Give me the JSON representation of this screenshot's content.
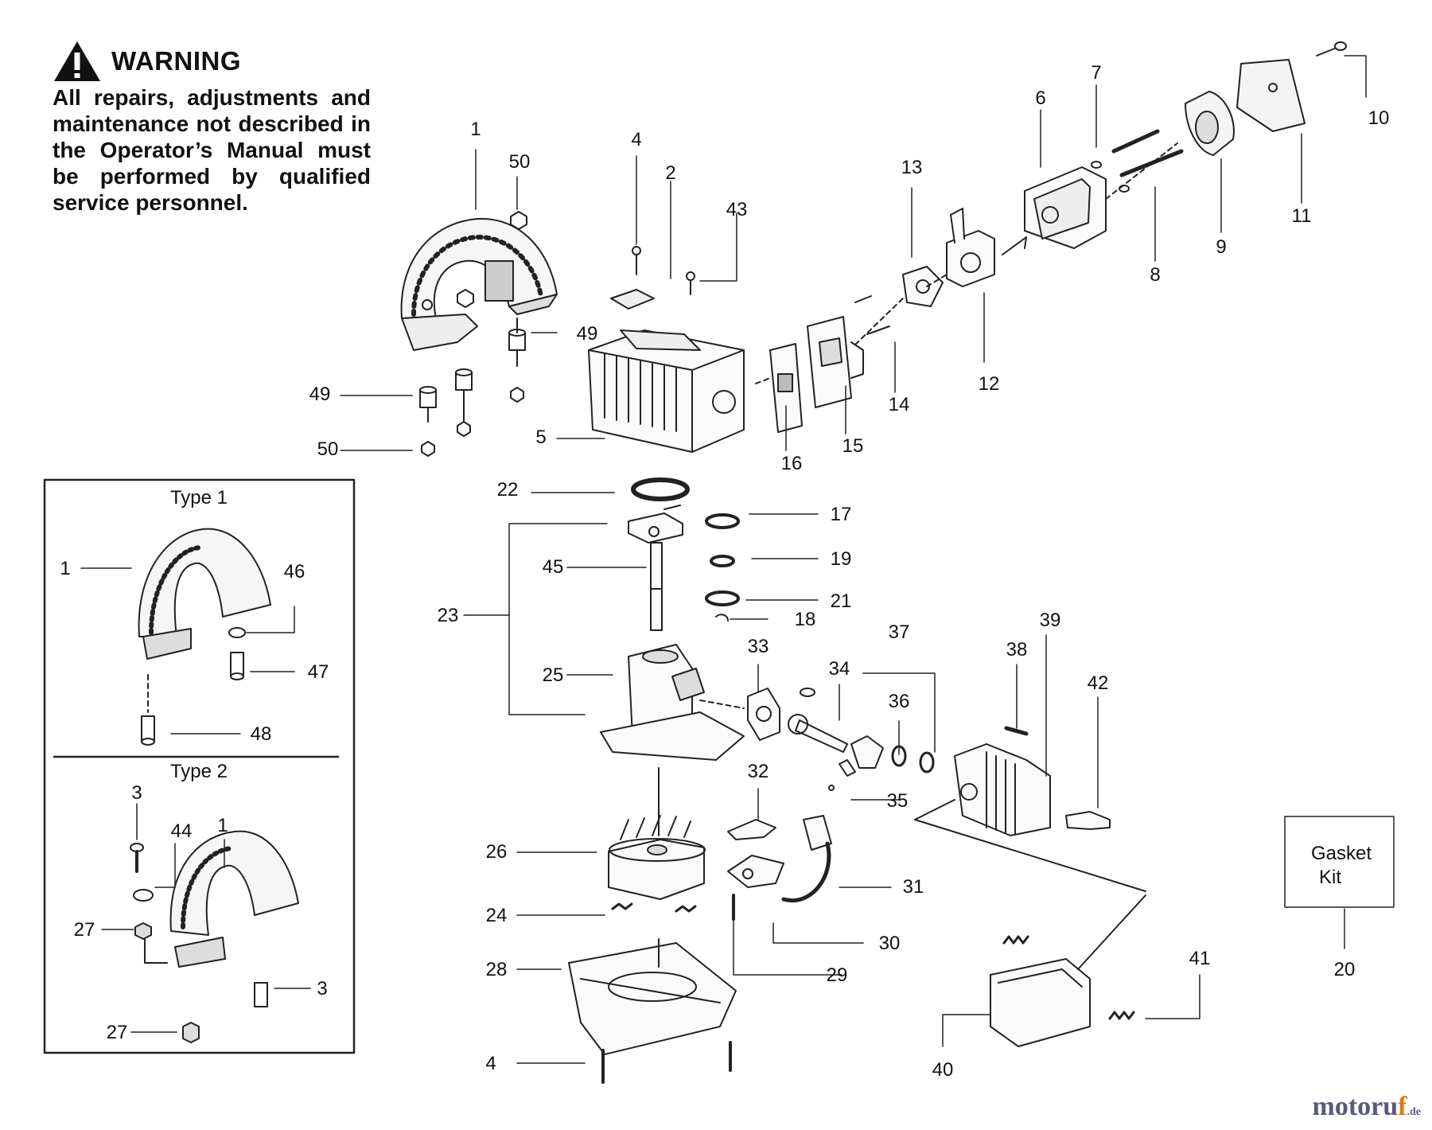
{
  "warning": {
    "title": "WARNING",
    "text": "All repairs, adjustments and maintenance not described in the Operator’s Manual must be performed by qualified service personnel."
  },
  "inset": {
    "type1_title": "Type 1",
    "type2_title": "Type 2"
  },
  "gasket_kit": {
    "line1": "Gasket",
    "line2": "Kit"
  },
  "brand": {
    "main": "motoru",
    "accent": "f",
    "tld": ".de"
  },
  "icons": [
    "warning-triangle-icon"
  ],
  "callouts": [
    {
      "id": "c1",
      "label": "1"
    },
    {
      "id": "c50a",
      "label": "50"
    },
    {
      "id": "c4a",
      "label": "4"
    },
    {
      "id": "c2",
      "label": "2"
    },
    {
      "id": "c43",
      "label": "43"
    },
    {
      "id": "c49a",
      "label": "49"
    },
    {
      "id": "c49b",
      "label": "49"
    },
    {
      "id": "c50b",
      "label": "50"
    },
    {
      "id": "c5",
      "label": "5"
    },
    {
      "id": "c13",
      "label": "13"
    },
    {
      "id": "c6",
      "label": "6"
    },
    {
      "id": "c7",
      "label": "7"
    },
    {
      "id": "c10",
      "label": "10"
    },
    {
      "id": "c11",
      "label": "11"
    },
    {
      "id": "c9",
      "label": "9"
    },
    {
      "id": "c8",
      "label": "8"
    },
    {
      "id": "c12",
      "label": "12"
    },
    {
      "id": "c14",
      "label": "14"
    },
    {
      "id": "c15",
      "label": "15"
    },
    {
      "id": "c16",
      "label": "16"
    },
    {
      "id": "c22",
      "label": "22"
    },
    {
      "id": "c17",
      "label": "17"
    },
    {
      "id": "c19",
      "label": "19"
    },
    {
      "id": "c21",
      "label": "21"
    },
    {
      "id": "c18",
      "label": "18"
    },
    {
      "id": "c45",
      "label": "45"
    },
    {
      "id": "c23",
      "label": "23"
    },
    {
      "id": "c25",
      "label": "25"
    },
    {
      "id": "c33",
      "label": "33"
    },
    {
      "id": "c34",
      "label": "34"
    },
    {
      "id": "c37",
      "label": "37"
    },
    {
      "id": "c36",
      "label": "36"
    },
    {
      "id": "c38",
      "label": "38"
    },
    {
      "id": "c39",
      "label": "39"
    },
    {
      "id": "c42",
      "label": "42"
    },
    {
      "id": "c32",
      "label": "32"
    },
    {
      "id": "c35",
      "label": "35"
    },
    {
      "id": "c26",
      "label": "26"
    },
    {
      "id": "c31",
      "label": "31"
    },
    {
      "id": "c24",
      "label": "24"
    },
    {
      "id": "c30",
      "label": "30"
    },
    {
      "id": "c28",
      "label": "28"
    },
    {
      "id": "c29",
      "label": "29"
    },
    {
      "id": "c4b",
      "label": "4"
    },
    {
      "id": "c40",
      "label": "40"
    },
    {
      "id": "c41",
      "label": "41"
    },
    {
      "id": "c20",
      "label": "20"
    },
    {
      "id": "t1_1",
      "label": "1"
    },
    {
      "id": "t1_46",
      "label": "46"
    },
    {
      "id": "t1_47",
      "label": "47"
    },
    {
      "id": "t1_48",
      "label": "48"
    },
    {
      "id": "t2_3a",
      "label": "3"
    },
    {
      "id": "t2_44",
      "label": "44"
    },
    {
      "id": "t2_1",
      "label": "1"
    },
    {
      "id": "t2_27a",
      "label": "27"
    },
    {
      "id": "t2_3b",
      "label": "3"
    },
    {
      "id": "t2_27b",
      "label": "27"
    }
  ]
}
